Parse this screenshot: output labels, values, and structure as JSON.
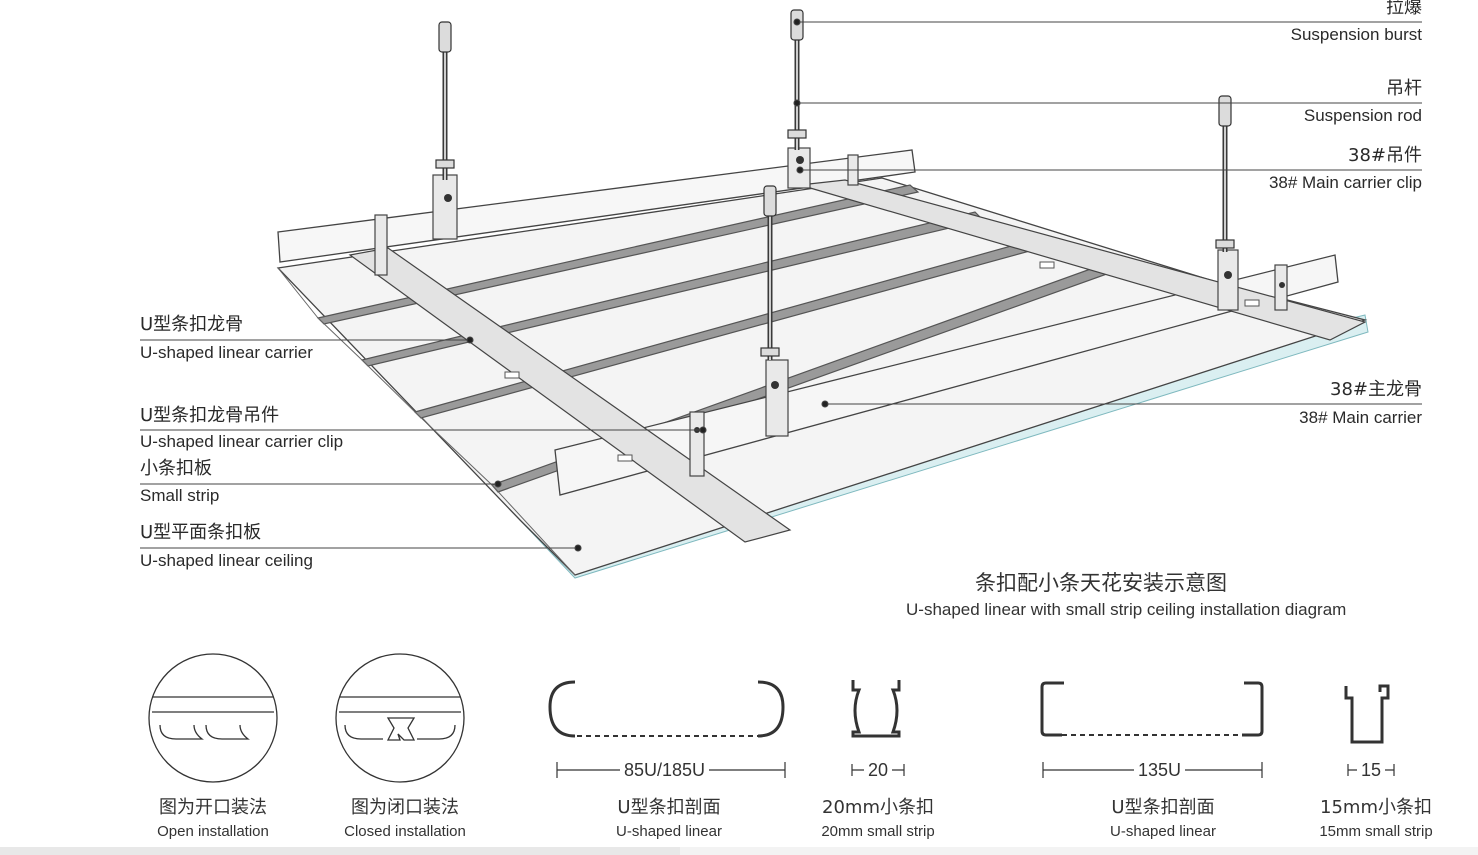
{
  "labels_right": [
    {
      "zh": "拉爆",
      "en": "Suspension burst"
    },
    {
      "zh": "吊杆",
      "en": "Suspension rod"
    },
    {
      "zh": "38#吊件",
      "en": "38# Main carrier clip"
    },
    {
      "zh": "38#主龙骨",
      "en": "38# Main carrier"
    }
  ],
  "labels_left": [
    {
      "zh": "U型条扣龙骨",
      "en": "U-shaped linear carrier"
    },
    {
      "zh": "U型条扣龙骨吊件",
      "en": "U-shaped linear carrier clip"
    },
    {
      "zh": "小条扣板",
      "en": "Small strip"
    },
    {
      "zh": "U型平面条扣板",
      "en": "U-shaped linear ceiling"
    }
  ],
  "title": {
    "zh": "条扣配小条天花安装示意图",
    "en": "U-shaped linear with small strip ceiling installation diagram"
  },
  "profiles": [
    {
      "zh": "图为开口装法",
      "en": "Open installation"
    },
    {
      "zh": "图为闭口装法",
      "en": "Closed installation"
    },
    {
      "zh": "U型条扣剖面",
      "en": "U-shaped linear",
      "dim": "85U/185U"
    },
    {
      "zh": "20mm小条扣",
      "en": "20mm small strip",
      "dim": "20"
    },
    {
      "zh": "U型条扣剖面",
      "en": "U-shaped linear",
      "dim": "135U"
    },
    {
      "zh": "15mm小条扣",
      "en": "15mm small strip",
      "dim": "15"
    }
  ],
  "colors": {
    "line": "#3a3a3a",
    "panel": "#f2f2f2",
    "glass": "#d6eef0",
    "metal": "#c9c9c9"
  }
}
